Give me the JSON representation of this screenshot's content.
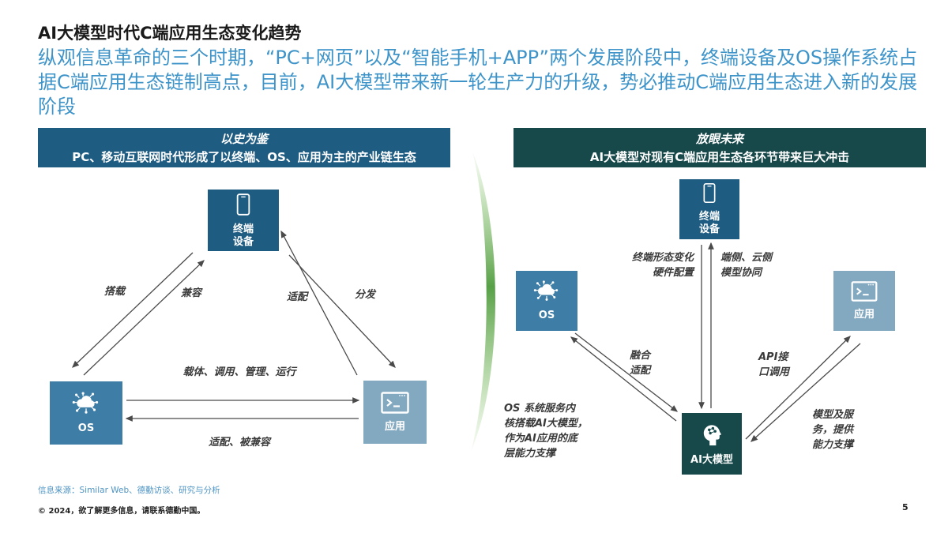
{
  "slide": {
    "title": "AI大模型时代C端应用生态变化趋势",
    "subtitle": "纵观信息革命的三个时期，“PC+网页”以及“智能手机+APP”两个发展阶段中，终端设备及OS操作系统占据C端应用生态链制高点，目前，AI大模型带来新一轮生产力的升级，势必推动C端应用生态进入新的发展阶段",
    "page_number": "5"
  },
  "colors": {
    "subtitle_blue": "#3E94C9",
    "left_header_bg": "#1E5C82",
    "right_header_bg": "#17494B",
    "node_dark_blue": "#1E5C82",
    "node_medium_blue": "#3E7EA6",
    "node_light_blue": "#83A9C1",
    "node_dark_teal": "#17494B",
    "arrow_gray": "#4A4A4A",
    "divider_green": "#4F9B3E"
  },
  "left_panel": {
    "header_line1": "以史为鉴",
    "header_line2": "PC、移动互联网时代形成了以终端、OS、应用为主的产业链生态",
    "nodes": {
      "terminal": {
        "label": "终端\n设备",
        "icon": "smartphone-icon"
      },
      "os": {
        "label": "OS",
        "icon": "cloud-network-icon"
      },
      "app": {
        "label": "应用",
        "icon": "terminal-window-icon"
      }
    },
    "edge_labels": {
      "mount": "搭载",
      "compatible": "兼容",
      "adapt": "适配",
      "distribute": "分发",
      "carrier": "载体、调用、管理、运行",
      "adapt_compat": "适配、被兼容"
    }
  },
  "right_panel": {
    "header_line1": "放眼未来",
    "header_line2": "AI大模型对现有C端应用生态各环节带来巨大冲击",
    "nodes": {
      "terminal": {
        "label": "终端\n设备",
        "icon": "smartphone-icon"
      },
      "os": {
        "label": "OS",
        "icon": "cloud-network-icon"
      },
      "app": {
        "label": "应用",
        "icon": "terminal-window-icon"
      },
      "ai_model": {
        "label": "AI大模型",
        "icon": "head-circuit-icon"
      }
    },
    "edge_labels": {
      "terminal_form": "终端形态变化\n硬件配置",
      "edge_cloud": "端侧、云侧\n模型协同",
      "fusion": "融合\n适配",
      "api": "API接\n口调用",
      "os_note": "OS 系统服务内\n核搭载AI大模型，\n作为AI应用的底\n层能力支撑",
      "model_note": "模型及服\n务，提供\n能力支撑"
    }
  },
  "footer": {
    "source": "信息来源：Similar Web、德勤访谈、研究与分析",
    "copyright": "© 2024，欲了解更多信息，请联系德勤中国。"
  }
}
